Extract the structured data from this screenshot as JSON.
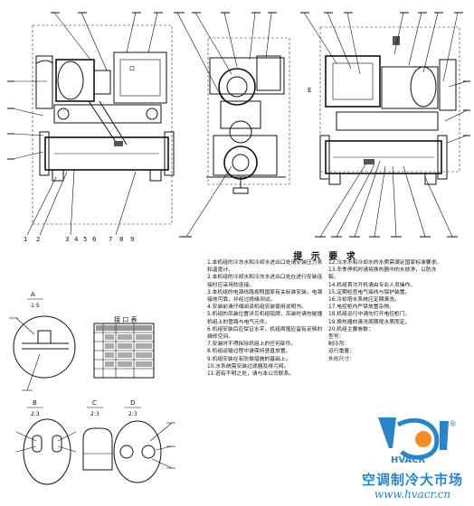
{
  "notes": {
    "title": "提 示 要 求",
    "left_lines": [
      "1.本机组的冷冻水和冷却水进出口处请安装压力表和温度计。",
      "2.本机组的冷却水和冷冻水进出口处在进行安装连接时应采用软连接。",
      "3.本机组的电源线路按照国家有关标准安装，电源接地可靠，并经过绝缘测试。",
      "4.安装前请仔细阅读机组安装使用说明书。",
      "5.机组的吊装位置详见机组铭牌，吊装时请勿碰撞机组上的管路与电气元件。",
      "6.机组安装后应保证水平，机组周围应留有足够的维修空间。",
      "7.安装时不得拆除机组上的任何部件。",
      "8.机组运输过程中请保持竖直放置。",
      "9.机组安装在有防振措施的基础上。",
      "10.水系统需安装过滤器及排污阀。",
      "11.若有不明之处，请与本公司联系。"
    ],
    "right_lines": [
      "12.冷冻水和冷却水的水质需满足国家标准要求。",
      "13.冬季停机时请将换热器中的水放净，以防冻裂。",
      "14.机组首次开机请由专业人员操作。",
      "15.定期检查电气接线与保护装置。",
      "16.冷却塔水系统应定期清洗。",
      "17.电控柜内严禁放置杂物。",
      "18.机组运行中请勿打开电控柜门。",
      "19.换热器的清洗周期视水质而定。",
      "20.机组主要参数：",
      "型号：",
      "制冷剂：",
      "运行重量：",
      "外形尺寸："
    ]
  },
  "detail_labels": {
    "detail_a": "A",
    "detail_a_scale": "1:5",
    "table_title": "接 口 表",
    "detail_b": "B",
    "detail_b_scale": "2:3",
    "detail_c": "C",
    "detail_c_scale": "2:3",
    "detail_d": "D",
    "detail_d_scale": "2:3"
  },
  "callouts": {
    "front_view_bottom": [
      "1",
      "2",
      "3",
      "4",
      "5",
      "6",
      "7",
      "8",
      "9"
    ],
    "side_view_mark": "E"
  },
  "logo": {
    "brand": "HVACR",
    "registered": "®",
    "cn_name": "空调制冷大市场",
    "url": "www.hvacr.cn"
  },
  "colors": {
    "line": "#111111",
    "logo_blue": "#2a84c9",
    "logo_orange": "#f28c28"
  }
}
